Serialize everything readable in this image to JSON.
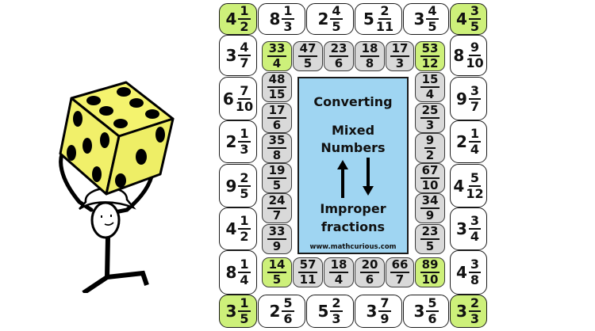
{
  "board": {
    "title_lines": [
      "Converting",
      "Mixed",
      "Numbers",
      "Improper",
      "fractions"
    ],
    "website": "www.mathcurious.com",
    "arrows": [
      "up-arrow",
      "down-arrow"
    ],
    "colors": {
      "highlight": "#cdf07a",
      "inner_tile": "#d9d9d9",
      "panel": "#9fd5f2",
      "die": "#f4f36e"
    },
    "outer_top": [
      {
        "w": "4",
        "n": "1",
        "d": "2",
        "green": true
      },
      {
        "w": "8",
        "n": "1",
        "d": "3"
      },
      {
        "w": "2",
        "n": "4",
        "d": "5"
      },
      {
        "w": "5",
        "n": "2",
        "d": "11"
      },
      {
        "w": "3",
        "n": "4",
        "d": "5"
      },
      {
        "w": "4",
        "n": "3",
        "d": "5",
        "green": true
      }
    ],
    "outer_left": [
      {
        "w": "3",
        "n": "4",
        "d": "7"
      },
      {
        "w": "6",
        "n": "7",
        "d": "10"
      },
      {
        "w": "2",
        "n": "1",
        "d": "3"
      },
      {
        "w": "9",
        "n": "2",
        "d": "5"
      },
      {
        "w": "4",
        "n": "1",
        "d": "2"
      },
      {
        "w": "8",
        "n": "1",
        "d": "4"
      }
    ],
    "outer_right": [
      {
        "w": "8",
        "n": "9",
        "d": "10"
      },
      {
        "w": "9",
        "n": "3",
        "d": "7"
      },
      {
        "w": "2",
        "n": "1",
        "d": "4"
      },
      {
        "w": "4",
        "n": "5",
        "d": "12"
      },
      {
        "w": "3",
        "n": "3",
        "d": "4"
      },
      {
        "w": "4",
        "n": "3",
        "d": "8"
      }
    ],
    "outer_bottom": [
      {
        "w": "3",
        "n": "1",
        "d": "5",
        "green": true
      },
      {
        "w": "2",
        "n": "5",
        "d": "6"
      },
      {
        "w": "5",
        "n": "2",
        "d": "3"
      },
      {
        "w": "3",
        "n": "7",
        "d": "9"
      },
      {
        "w": "3",
        "n": "5",
        "d": "6"
      },
      {
        "w": "3",
        "n": "2",
        "d": "3",
        "green": true
      }
    ],
    "inner_top": [
      {
        "n": "33",
        "d": "4",
        "green": true
      },
      {
        "n": "47",
        "d": "5"
      },
      {
        "n": "23",
        "d": "6"
      },
      {
        "n": "18",
        "d": "8"
      },
      {
        "n": "17",
        "d": "3"
      },
      {
        "n": "53",
        "d": "12",
        "green": true
      }
    ],
    "inner_left": [
      {
        "n": "48",
        "d": "15"
      },
      {
        "n": "17",
        "d": "6"
      },
      {
        "n": "35",
        "d": "8"
      },
      {
        "n": "19",
        "d": "5"
      },
      {
        "n": "24",
        "d": "7"
      },
      {
        "n": "33",
        "d": "9"
      }
    ],
    "inner_right": [
      {
        "n": "15",
        "d": "4"
      },
      {
        "n": "25",
        "d": "3"
      },
      {
        "n": "9",
        "d": "2"
      },
      {
        "n": "67",
        "d": "10"
      },
      {
        "n": "34",
        "d": "9"
      },
      {
        "n": "23",
        "d": "5"
      }
    ],
    "inner_bottom": [
      {
        "n": "14",
        "d": "5",
        "green": true
      },
      {
        "n": "57",
        "d": "11"
      },
      {
        "n": "18",
        "d": "4"
      },
      {
        "n": "20",
        "d": "6"
      },
      {
        "n": "66",
        "d": "7"
      },
      {
        "n": "89",
        "d": "10",
        "green": true
      }
    ]
  },
  "illustration": {
    "description": "stick figure holding a yellow die overhead"
  }
}
